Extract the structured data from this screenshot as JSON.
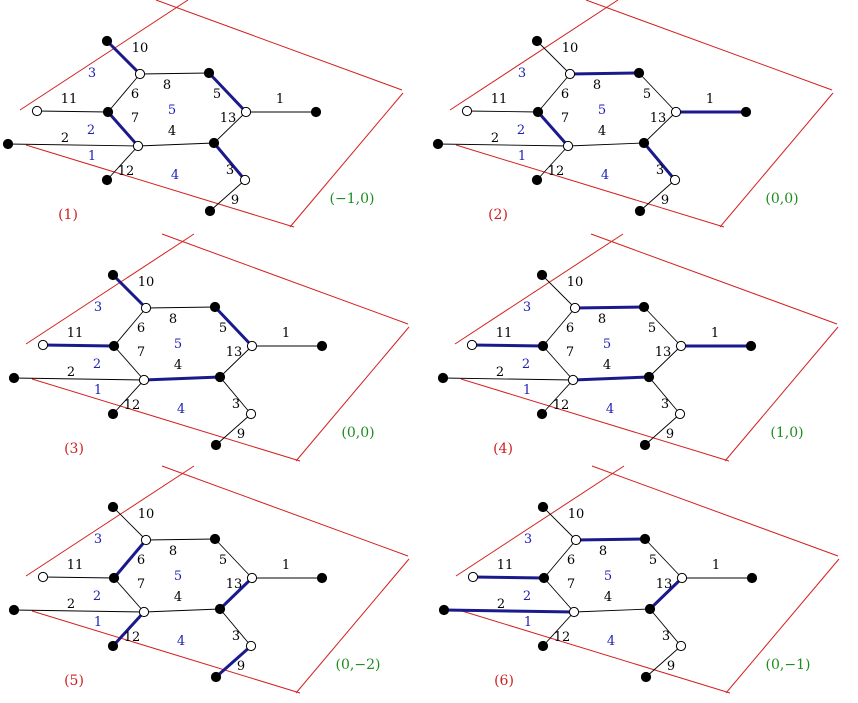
{
  "colors": {
    "boundary": "#d42020",
    "edge": "#000000",
    "highlight": "#1a1a8c",
    "panel_label": "#cc1f1f",
    "coordinate_label": "#1d8c1d",
    "face_label": "#1f1fb4"
  },
  "graph": {
    "edge_labels": [
      "1",
      "2",
      "3",
      "4",
      "5",
      "6",
      "7",
      "8",
      "9",
      "10",
      "11",
      "12",
      "13"
    ],
    "face_labels": [
      "1",
      "2",
      "3",
      "4",
      "5"
    ]
  },
  "panels": [
    {
      "label": "(1)",
      "coordinate": "(−1,0)",
      "highlighted_edges": [
        "10",
        "7",
        "5",
        "3"
      ]
    },
    {
      "label": "(2)",
      "coordinate": "(0,0)",
      "highlighted_edges": [
        "8",
        "1",
        "7",
        "3"
      ]
    },
    {
      "label": "(3)",
      "coordinate": "(0,0)",
      "highlighted_edges": [
        "10",
        "5",
        "11",
        "4"
      ]
    },
    {
      "label": "(4)",
      "coordinate": "(1,0)",
      "highlighted_edges": [
        "8",
        "1",
        "11",
        "4"
      ]
    },
    {
      "label": "(5)",
      "coordinate": "(0,−2)",
      "highlighted_edges": [
        "6",
        "13",
        "12",
        "9"
      ]
    },
    {
      "label": "(6)",
      "coordinate": "(0,−1)",
      "highlighted_edges": [
        "8",
        "13",
        "11",
        "2"
      ]
    }
  ]
}
